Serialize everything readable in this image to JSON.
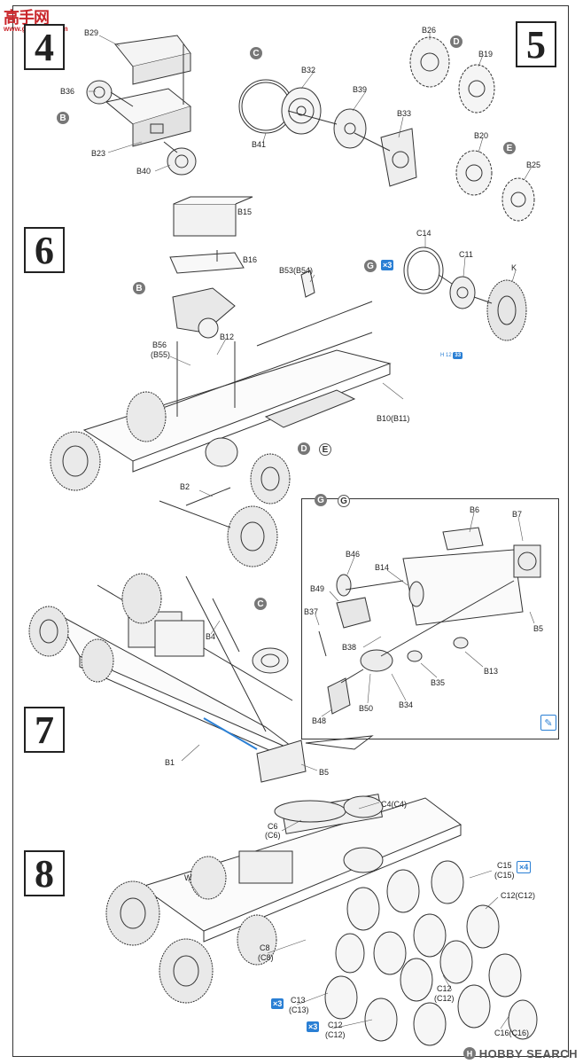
{
  "logo": {
    "title": "高手网",
    "url": "www.gaoshou.com"
  },
  "watermark": {
    "text": "HOBBY SEARCH",
    "mark": "H"
  },
  "steps": {
    "s4": "4",
    "s5": "5",
    "s6": "6",
    "s7": "7",
    "s8": "8"
  },
  "circles": {
    "c4_B": "B",
    "c5_C": "C",
    "c5_D": "D",
    "c5_E": "E",
    "c6_B": "B",
    "c6_G": "G",
    "c6_D": "D",
    "c6_E": "E",
    "c6_G2": "G",
    "c6_G3": "G",
    "c7_C": "C"
  },
  "badges": {
    "b6": "×3",
    "b8_c15": "×4",
    "b8_c13": "×3",
    "b8_c12": "×3",
    "hex_num": "33",
    "hex_pre": "H 12"
  },
  "labels": {
    "B29": "B29",
    "B36": "B36",
    "B23": "B23",
    "B40": "B40",
    "B41": "B41",
    "B32": "B32",
    "B39": "B39",
    "B33": "B33",
    "B26": "B26",
    "B19": "B19",
    "B20": "B20",
    "B25": "B25",
    "B15": "B15",
    "B16": "B16",
    "B53": "B53(B54)",
    "B12": "B12",
    "B56": "B56",
    "B55": "(B55)",
    "B10": "B10(B11)",
    "B2": "B2",
    "C14": "C14",
    "C11": "C11",
    "K": "K",
    "B6": "B6",
    "B7": "B7",
    "B46": "B46",
    "B14": "B14",
    "B49": "B49",
    "B37": "B37",
    "B38": "B38",
    "B5a": "B5",
    "B13": "B13",
    "B35": "B35",
    "B50": "B50",
    "B34": "B34",
    "B48": "B48",
    "B4": "B4",
    "B1": "B1",
    "B5b": "B5",
    "C4": "C4(C4)",
    "C6a": "C6",
    "C6b": "(C6)",
    "C15a": "C15",
    "C15b": "(C15)",
    "W": "W",
    "C12a": "C12(C12)",
    "C8a": "C8",
    "C8b": "(C8)",
    "C13a": "C13",
    "C13b": "(C13)",
    "C12b": "C12",
    "C12c": "(C12)",
    "C12d": "C12",
    "C12e": "(C12)",
    "C16": "C16(C16)"
  }
}
